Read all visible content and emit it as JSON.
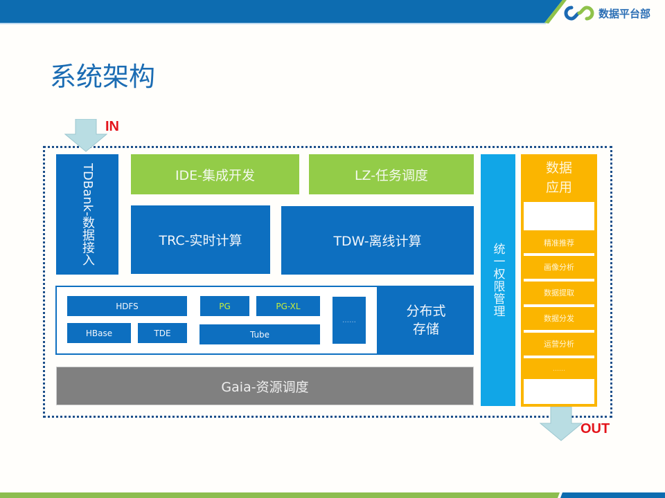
{
  "header": {
    "logo_text": "数据平台部",
    "colors": {
      "bar": "#0d6cb0",
      "accent": "#8fc24a"
    }
  },
  "page": {
    "title": "系统架构"
  },
  "diagram": {
    "in_label": "IN",
    "out_label": "OUT",
    "ingest": {
      "label": "TDBank-数据接入"
    },
    "dev": {
      "label": "IDE-集成开发"
    },
    "scheduler": {
      "label": "LZ-任务调度"
    },
    "realtime": {
      "label": "TRC-实时计算"
    },
    "offline": {
      "label": "TDW-离线计算"
    },
    "storage": {
      "label_line1": "分布式",
      "label_line2": "存储",
      "components": {
        "hdfs": "HDFS",
        "hbase": "HBase",
        "tde": "TDE",
        "pg": "PG",
        "pgxl": "PG-XL",
        "tube": "Tube",
        "more": "……"
      }
    },
    "resource": {
      "label": "Gaia-资源调度"
    },
    "auth": {
      "label": "统一权限管理"
    },
    "apps": {
      "title_line1": "数据",
      "title_line2": "应用",
      "items": [
        "精准推荐",
        "画像分析",
        "数据提取",
        "数据分发",
        "运营分析",
        "……"
      ]
    },
    "colors": {
      "blue": "#0d6fc0",
      "green": "#93cc48",
      "gray": "#808080",
      "cyan": "#11a6e7",
      "yellow": "#fbb500",
      "in_out": "#e3141b"
    }
  }
}
